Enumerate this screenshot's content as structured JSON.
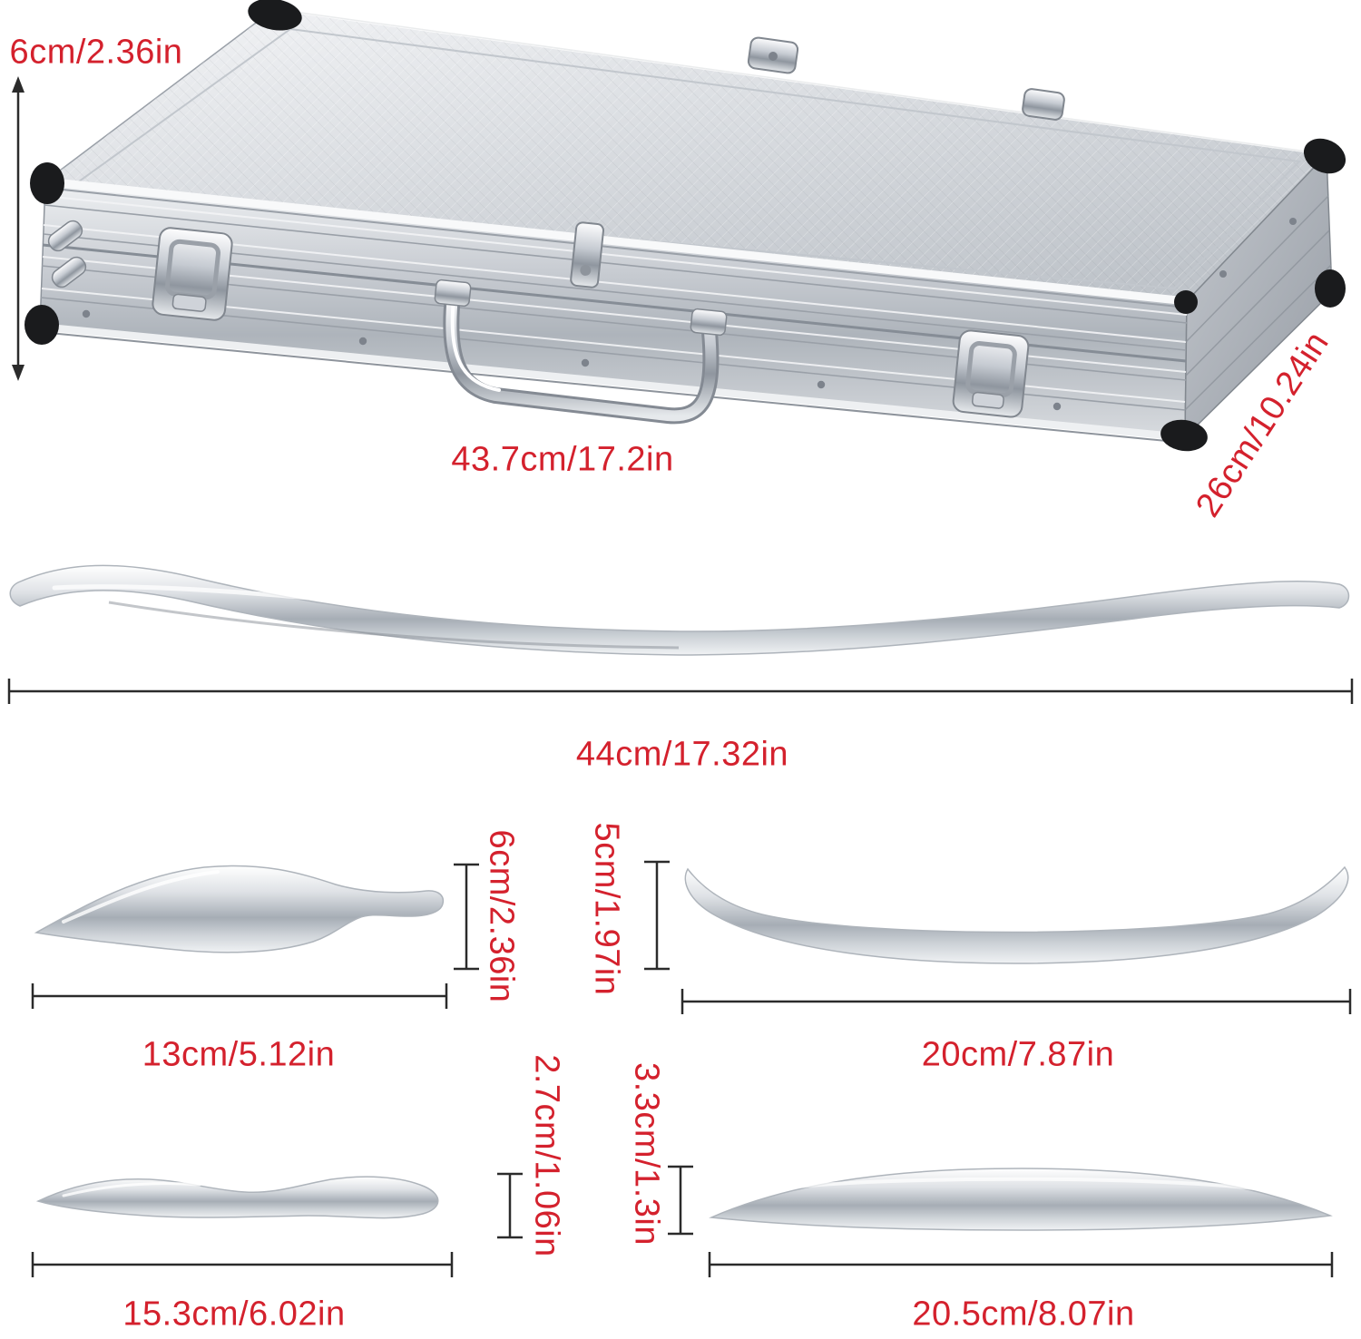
{
  "accent_color": "#d4212d",
  "case": {
    "height_label": "6cm/2.36in",
    "length_label": "43.7cm/17.2in",
    "depth_label": "26cm/10.24in"
  },
  "long_tool": {
    "length_label": "44cm/17.32in"
  },
  "tool_small_curved": {
    "height_label": "6cm/2.36in",
    "length_label": "13cm/5.12in"
  },
  "tool_double_end": {
    "height_label": "5cm/1.97in",
    "length_label": "20cm/7.87in"
  },
  "tool_s_curve": {
    "height_label": "2.7cm/1.06in",
    "length_label": "15.3cm/6.02in"
  },
  "tool_lens": {
    "height_label": "3.3cm/1.3in",
    "length_label": "20.5cm/8.07in"
  }
}
